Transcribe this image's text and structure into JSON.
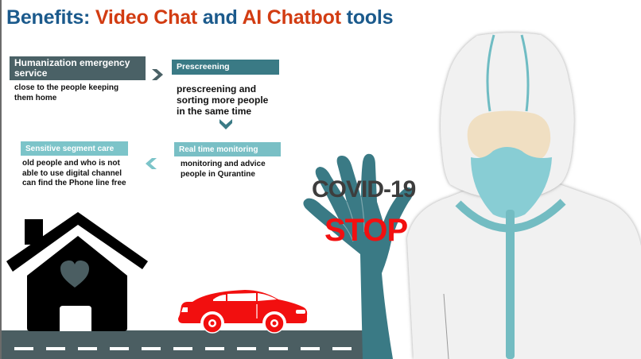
{
  "title": {
    "part1": "Benefits: ",
    "part2": "Video Chat",
    "part3": " and ",
    "part4": "AI Chatbot",
    "part5": " tools"
  },
  "colors": {
    "title_blue": "#1b5a8c",
    "title_orange": "#d23c12",
    "dark_slate": "#4a6166",
    "teal": "#3a7a85",
    "light_teal": "#7cc4c9",
    "stop_red": "#f21010",
    "car_red": "#f20f0f",
    "road": "#4b5e62",
    "mask_blue": "#88cdd4",
    "visor_beige": "#f0dfc2",
    "suit": "#f1f1f1"
  },
  "cards": [
    {
      "header": "Humanization emergency service",
      "body": "close to the people keeping them home"
    },
    {
      "header": "Prescreening",
      "body": "prescreening and sorting more people in the same time"
    },
    {
      "header": "Sensitive segment care",
      "body": "old people and who is not able to use digital channel can find the Phone line free"
    },
    {
      "header": "Real time monitoring",
      "body": "monitoring and advice people in Qurantine"
    }
  ],
  "illustration": {
    "covid_label": "COVID-19",
    "stop_label": "STOP",
    "icons": [
      "house-heart-icon",
      "car-icon",
      "hand-stop-icon",
      "hazmat-person-icon"
    ]
  }
}
